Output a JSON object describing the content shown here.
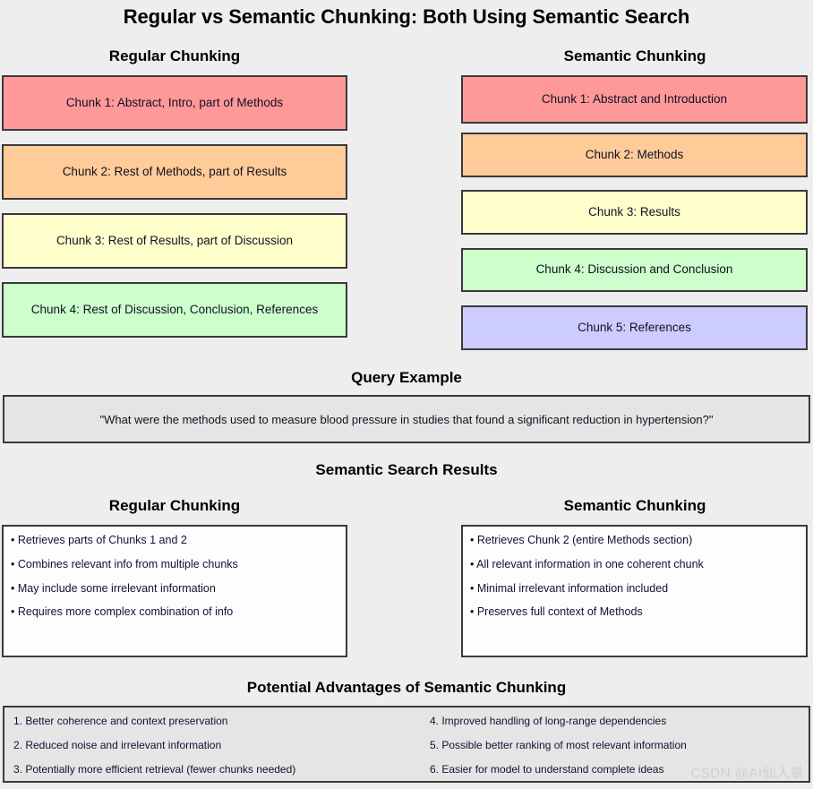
{
  "title": "Regular vs Semantic Chunking: Both Using Semantic Search",
  "columns": {
    "left_heading": "Regular Chunking",
    "right_heading": "Semantic Chunking"
  },
  "colors": {
    "background": "#eeeeee",
    "border": "#3a3a3a",
    "red": "#ff9999",
    "orange": "#ffcc99",
    "yellow": "#ffffcc",
    "green": "#ccffcc",
    "purple": "#ccccff",
    "gray_panel": "#e5e5e5",
    "white_panel": "#fdfdfd",
    "watermark": "#cfcfcf"
  },
  "regular_chunks": [
    {
      "label": "Chunk 1: Abstract, Intro, part of Methods",
      "color": "#ff9999"
    },
    {
      "label": "Chunk 2: Rest of Methods, part of Results",
      "color": "#ffcc99"
    },
    {
      "label": "Chunk 3: Rest of Results, part of Discussion",
      "color": "#ffffcc"
    },
    {
      "label": "Chunk 4: Rest of Discussion, Conclusion, References",
      "color": "#ccffcc"
    }
  ],
  "semantic_chunks": [
    {
      "label": "Chunk 1: Abstract and Introduction",
      "color": "#ff9999"
    },
    {
      "label": "Chunk 2: Methods",
      "color": "#ffcc99"
    },
    {
      "label": "Chunk 3: Results",
      "color": "#ffffcc"
    },
    {
      "label": "Chunk 4: Discussion and Conclusion",
      "color": "#ccffcc"
    },
    {
      "label": "Chunk 5: References",
      "color": "#ccccff"
    }
  ],
  "query": {
    "section_title": "Query Example",
    "text": "\"What were the methods used to measure blood pressure in studies that found a significant reduction in hypertension?\""
  },
  "results": {
    "section_title": "Semantic Search Results",
    "left_heading": "Regular Chunking",
    "right_heading": "Semantic Chunking",
    "left_bullets": [
      "• Retrieves parts of Chunks 1 and 2",
      "• Combines relevant info from multiple chunks",
      "• May include some irrelevant information",
      "• Requires more complex combination of info"
    ],
    "right_bullets": [
      "• Retrieves Chunk 2 (entire Methods section)",
      "• All relevant information in one coherent chunk",
      "• Minimal irrelevant information included",
      "• Preserves full context of Methods"
    ]
  },
  "advantages": {
    "section_title": "Potential Advantages of Semantic Chunking",
    "left_items": [
      "1. Better coherence and context preservation",
      "2. Reduced noise and irrelevant information",
      "3. Potentially more efficient retrieval (fewer chunks needed)"
    ],
    "right_items": [
      "4. Improved handling of long-range dependencies",
      "5. Possible better ranking of most relevant information",
      "6. Easier for model to understand complete ideas"
    ]
  },
  "watermark": "CSDN @AI仙人掌"
}
